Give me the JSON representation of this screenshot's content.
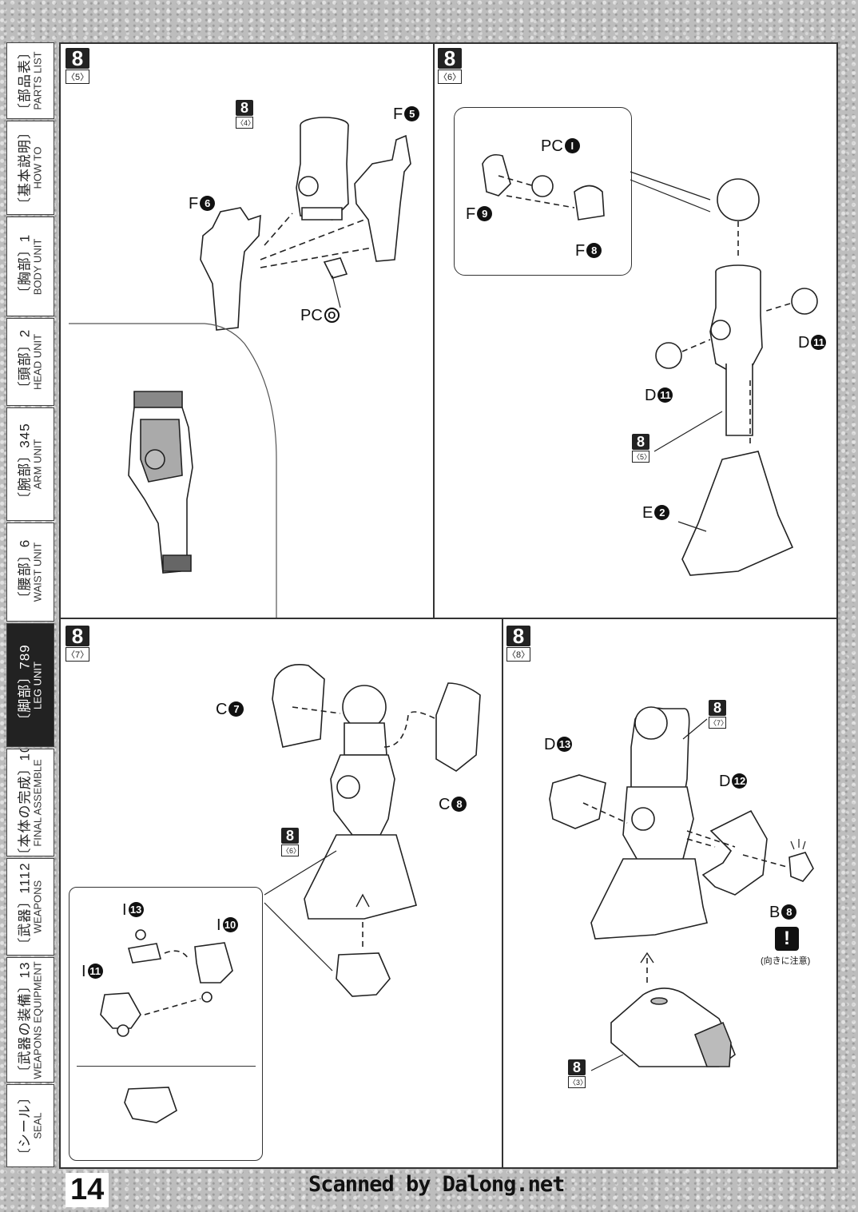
{
  "sidebar": {
    "tabs": [
      {
        "jp": "〔部品表〕",
        "en": "PARTS LIST",
        "active": false
      },
      {
        "jp": "〔基本説明〕",
        "en": "HOW TO",
        "active": false
      },
      {
        "jp": "〔胸部〕1",
        "en": "BODY UNIT",
        "active": false
      },
      {
        "jp": "〔頭部〕2",
        "en": "HEAD UNIT",
        "active": false
      },
      {
        "jp": "〔腕部〕345",
        "en": "ARM UNIT",
        "active": false
      },
      {
        "jp": "〔腰部〕6",
        "en": "WAIST UNIT",
        "active": false
      },
      {
        "jp": "〔脚部〕789",
        "en": "LEG UNIT",
        "active": true
      },
      {
        "jp": "〔本体の完成〕10",
        "en": "FINAL ASSEMBLE",
        "active": false
      },
      {
        "jp": "〔武器〕1112",
        "en": "WEAPONS",
        "active": false
      },
      {
        "jp": "〔武器の装備〕13",
        "en": "WEAPONS EQUIPMENT",
        "active": false
      },
      {
        "jp": "〔シール〕",
        "en": "SEAL",
        "active": false
      }
    ]
  },
  "steps": {
    "p1": {
      "num": "8",
      "sub": "〈5〉"
    },
    "p1_ref": {
      "num": "8",
      "sub": "〈4〉"
    },
    "p2": {
      "num": "8",
      "sub": "〈6〉"
    },
    "p2_ref": {
      "num": "8",
      "sub": "〈5〉"
    },
    "p3": {
      "num": "8",
      "sub": "〈7〉"
    },
    "p3_ref": {
      "num": "8",
      "sub": "〈6〉"
    },
    "p4": {
      "num": "8",
      "sub": "〈8〉"
    },
    "p4_ref_top": {
      "num": "8",
      "sub": "〈7〉"
    },
    "p4_ref_bottom": {
      "num": "8",
      "sub": "〈3〉"
    }
  },
  "parts": {
    "p1": [
      {
        "letter": "F",
        "num": "5"
      },
      {
        "letter": "F",
        "num": "6"
      },
      {
        "letter": "PC",
        "num": "O",
        "outline": true
      }
    ],
    "p2": [
      {
        "letter": "PC",
        "num": "I"
      },
      {
        "letter": "F",
        "num": "9"
      },
      {
        "letter": "F",
        "num": "8"
      },
      {
        "letter": "D",
        "num": "11"
      },
      {
        "letter": "D",
        "num": "11"
      },
      {
        "letter": "E",
        "num": "2"
      }
    ],
    "p3": [
      {
        "letter": "C",
        "num": "7"
      },
      {
        "letter": "C",
        "num": "8"
      },
      {
        "letter": "I",
        "num": "13"
      },
      {
        "letter": "I",
        "num": "10"
      },
      {
        "letter": "I",
        "num": "11"
      }
    ],
    "p4": [
      {
        "letter": "D",
        "num": "13"
      },
      {
        "letter": "D",
        "num": "12"
      },
      {
        "letter": "B",
        "num": "8"
      }
    ]
  },
  "warning": {
    "symbol": "!",
    "note": "(向きに注意)"
  },
  "footer": {
    "page_number": "14",
    "credit": "Scanned by Dalong.net"
  }
}
